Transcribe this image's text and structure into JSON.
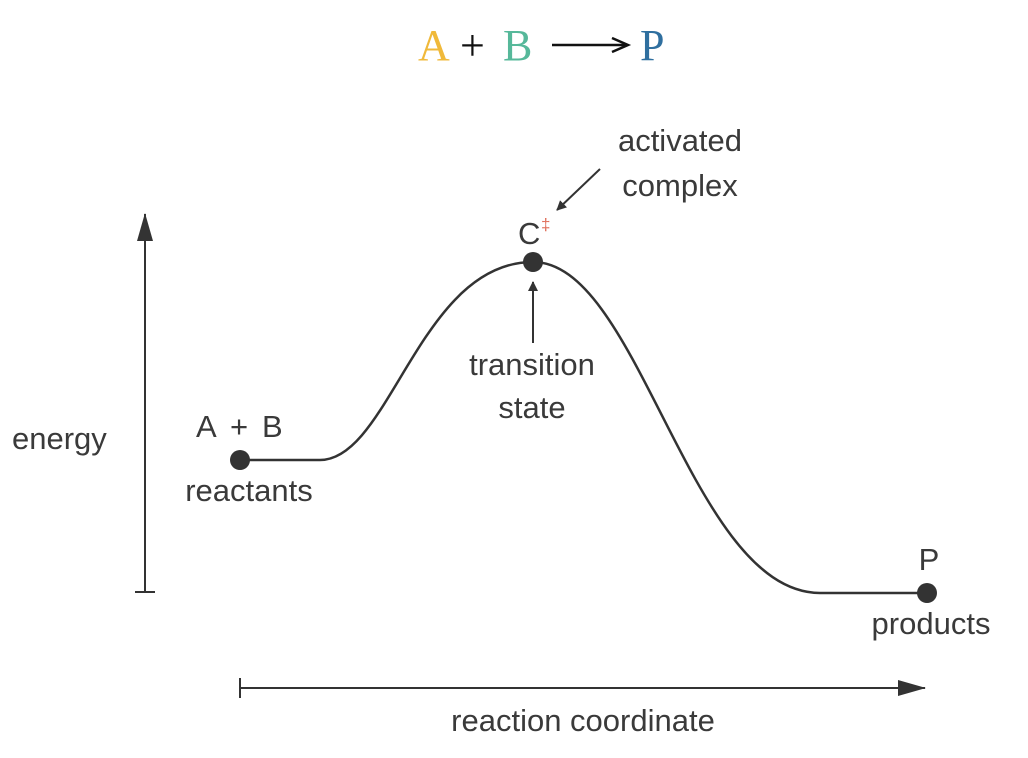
{
  "equation": {
    "reactant_a": "A",
    "plus": "+",
    "reactant_b": "B",
    "arrow": "⟶",
    "product": "P"
  },
  "axes": {
    "y_label": "energy",
    "x_label": "reaction coordinate"
  },
  "points": {
    "reactants": {
      "species_a": "A",
      "plus": "+",
      "species_b": "B",
      "label": "reactants"
    },
    "transition": {
      "species": "C",
      "superscript": "‡",
      "label_line1": "transition",
      "label_line2": "state"
    },
    "activated_complex": {
      "line1": "activated",
      "line2": "complex"
    },
    "products": {
      "species": "P",
      "label": "products"
    }
  },
  "colors": {
    "species_a": "#f0b93a",
    "species_b": "#56b89a",
    "transition_species": "#e0705c",
    "product": "#2f6f9f",
    "curve": "#333333",
    "text": "#3a3a3a"
  },
  "icons": {
    "y_axis_arrow": "arrow-up-icon",
    "x_axis_arrow": "arrow-right-icon",
    "pointer_arrows": "arrow-pointer-icon"
  }
}
